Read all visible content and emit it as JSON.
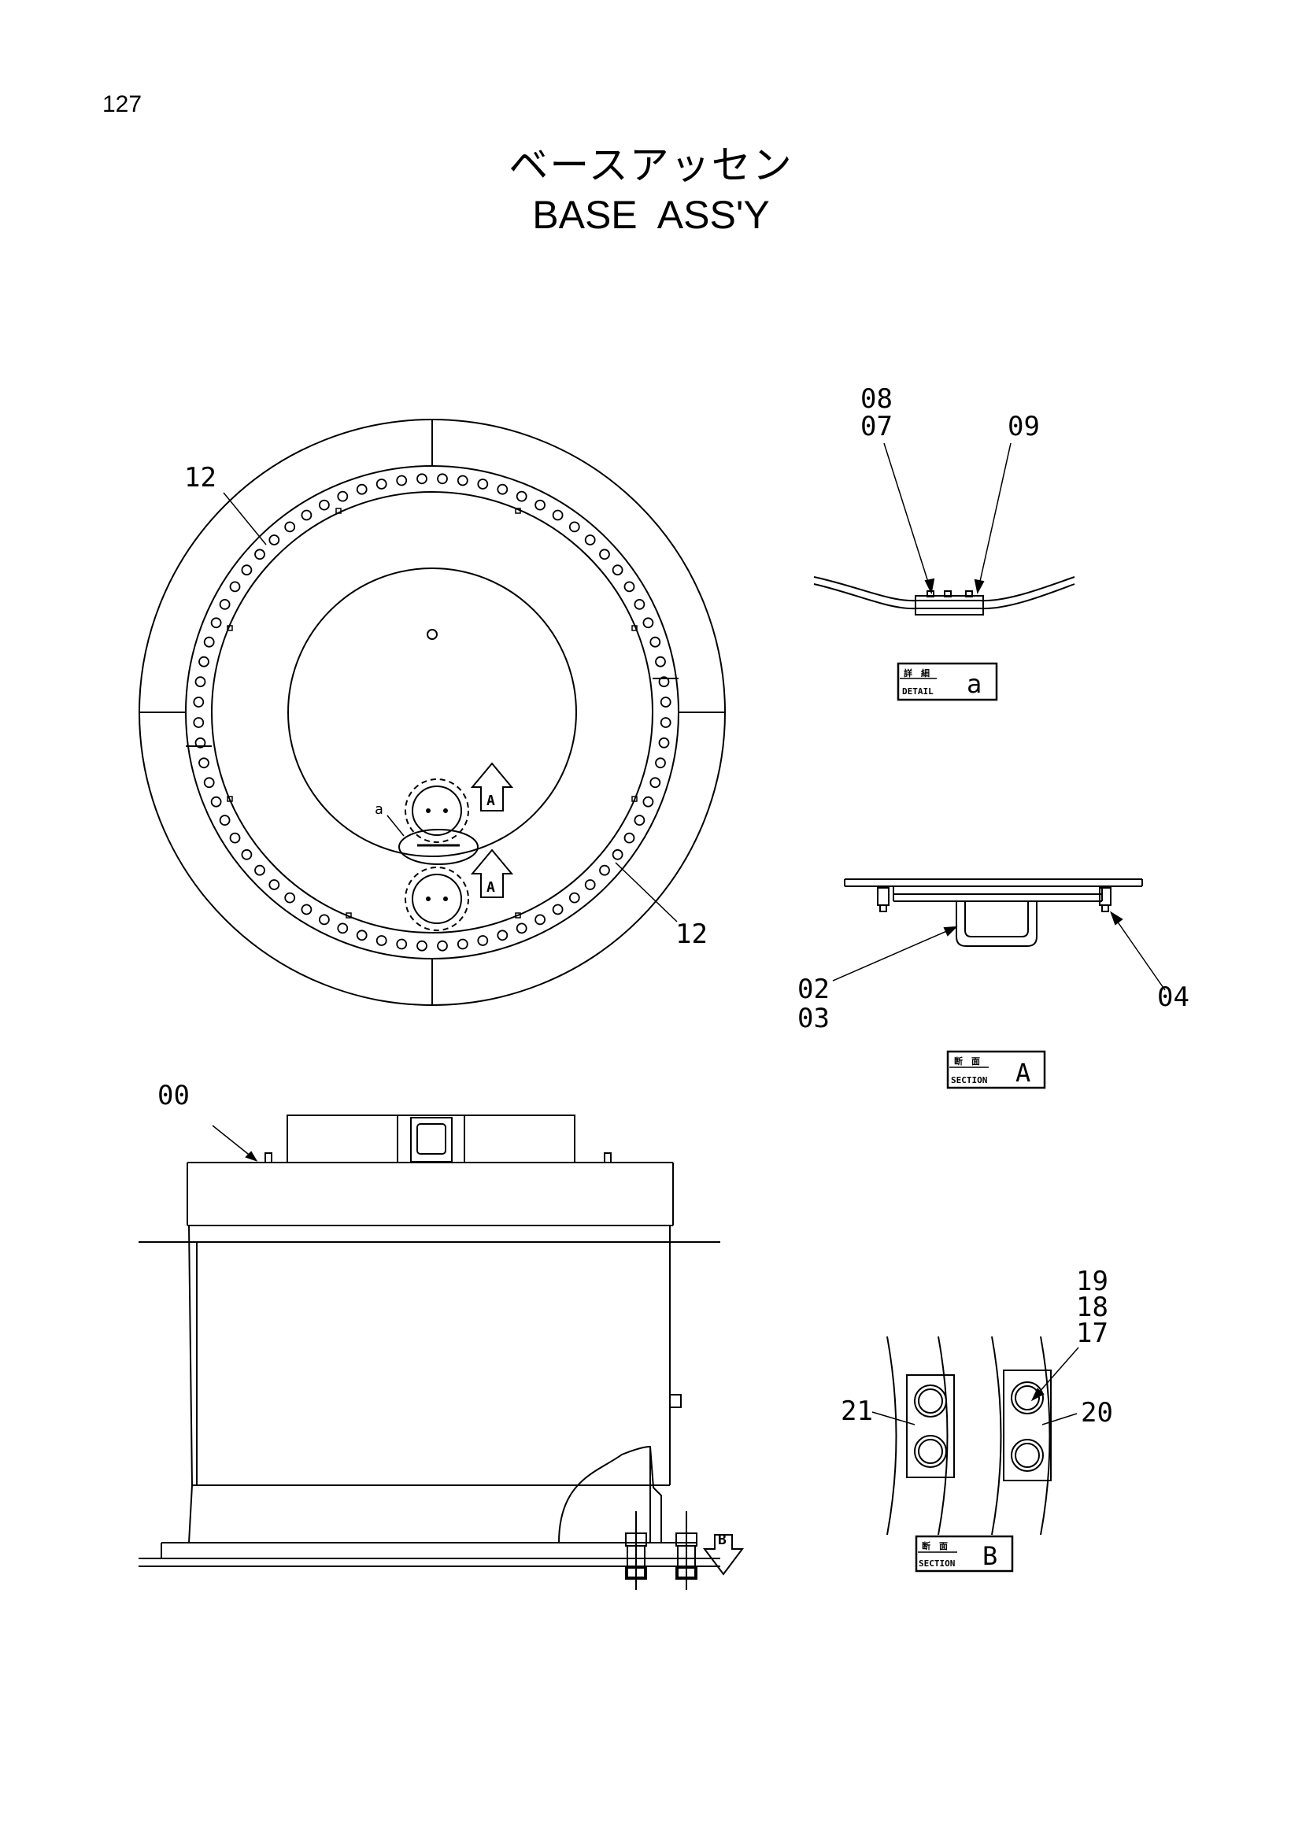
{
  "page_number": "127",
  "title_jp": "ベースアッセン",
  "title_en": "BASE ASS'Y",
  "callouts": {
    "c12_top": "12",
    "c12_bottom": "12",
    "c00": "00",
    "c08": "08",
    "c07": "07",
    "c09": "09",
    "c02": "02",
    "c03": "03",
    "c04": "04",
    "c19": "19",
    "c18": "18",
    "c17": "17",
    "c21": "21",
    "c20": "20",
    "detail_marker": "a"
  },
  "view_arrows": {
    "arrow_a_1": "A",
    "arrow_a_2": "A",
    "arrow_b": "B"
  },
  "view_labels": {
    "detail_a": {
      "jp": "詳　細",
      "en": "DETAIL",
      "id": "a"
    },
    "section_a": {
      "jp": "断　面",
      "en": "SECTION",
      "id": "A"
    },
    "section_b": {
      "jp": "断　面",
      "en": "SECTION",
      "id": "B"
    }
  }
}
